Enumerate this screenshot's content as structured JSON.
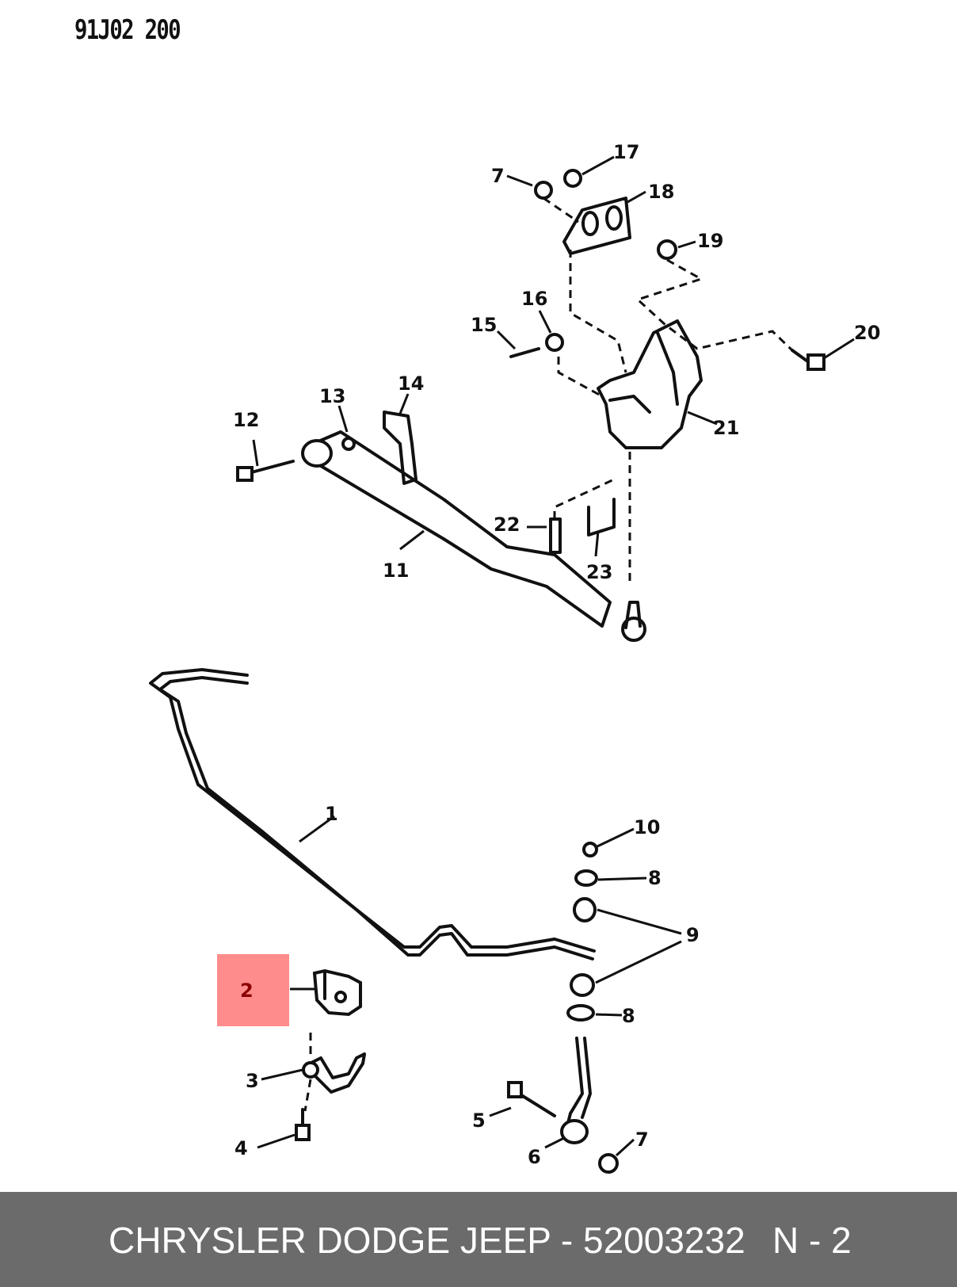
{
  "diagram": {
    "code": "91J02 200",
    "callouts": {
      "c1": "1",
      "c2": "2",
      "c3": "3",
      "c4": "4",
      "c5": "5",
      "c6": "6",
      "c7a": "7",
      "c7b": "7",
      "c8a": "8",
      "c8b": "8",
      "c9": "9",
      "c10": "10",
      "c11": "11",
      "c12": "12",
      "c13": "13",
      "c14": "14",
      "c15": "15",
      "c16": "16",
      "c17": "17",
      "c18": "18",
      "c19": "19",
      "c20": "20",
      "c21": "21",
      "c22": "22",
      "c23": "23"
    },
    "highlighted_part": "2",
    "highlight_color": "#ff8080"
  },
  "footer": {
    "part_text": "CHRYSLER DODGE JEEP - 52003232",
    "position_text": "N - 2",
    "background": "#6b6b6b"
  }
}
